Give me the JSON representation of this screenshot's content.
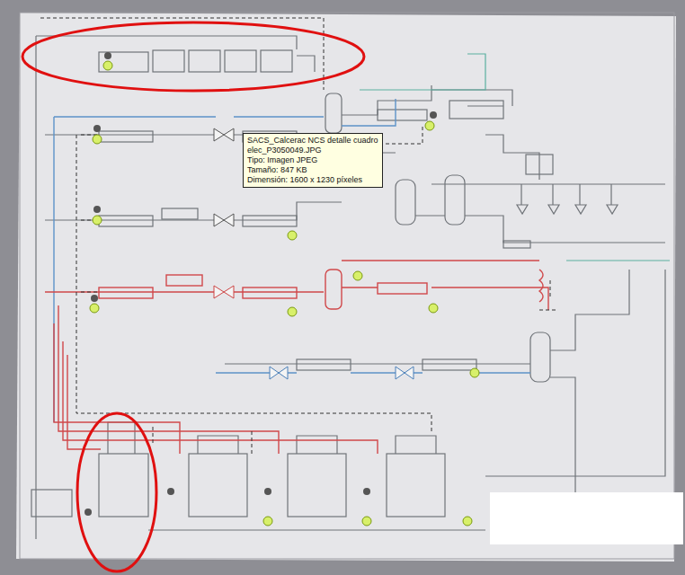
{
  "diagram": {
    "nodes": [
      {
        "text": [
          "SACS_Calcerac NCS detalle cuadro elec_P3050049.JPG",
          "Tipo: Imagen JPEG",
          "Tamaño: 847 KB",
          "Dimensión: 1600 x 1230 píxeles"
        ]
      }
    ]
  }
}
